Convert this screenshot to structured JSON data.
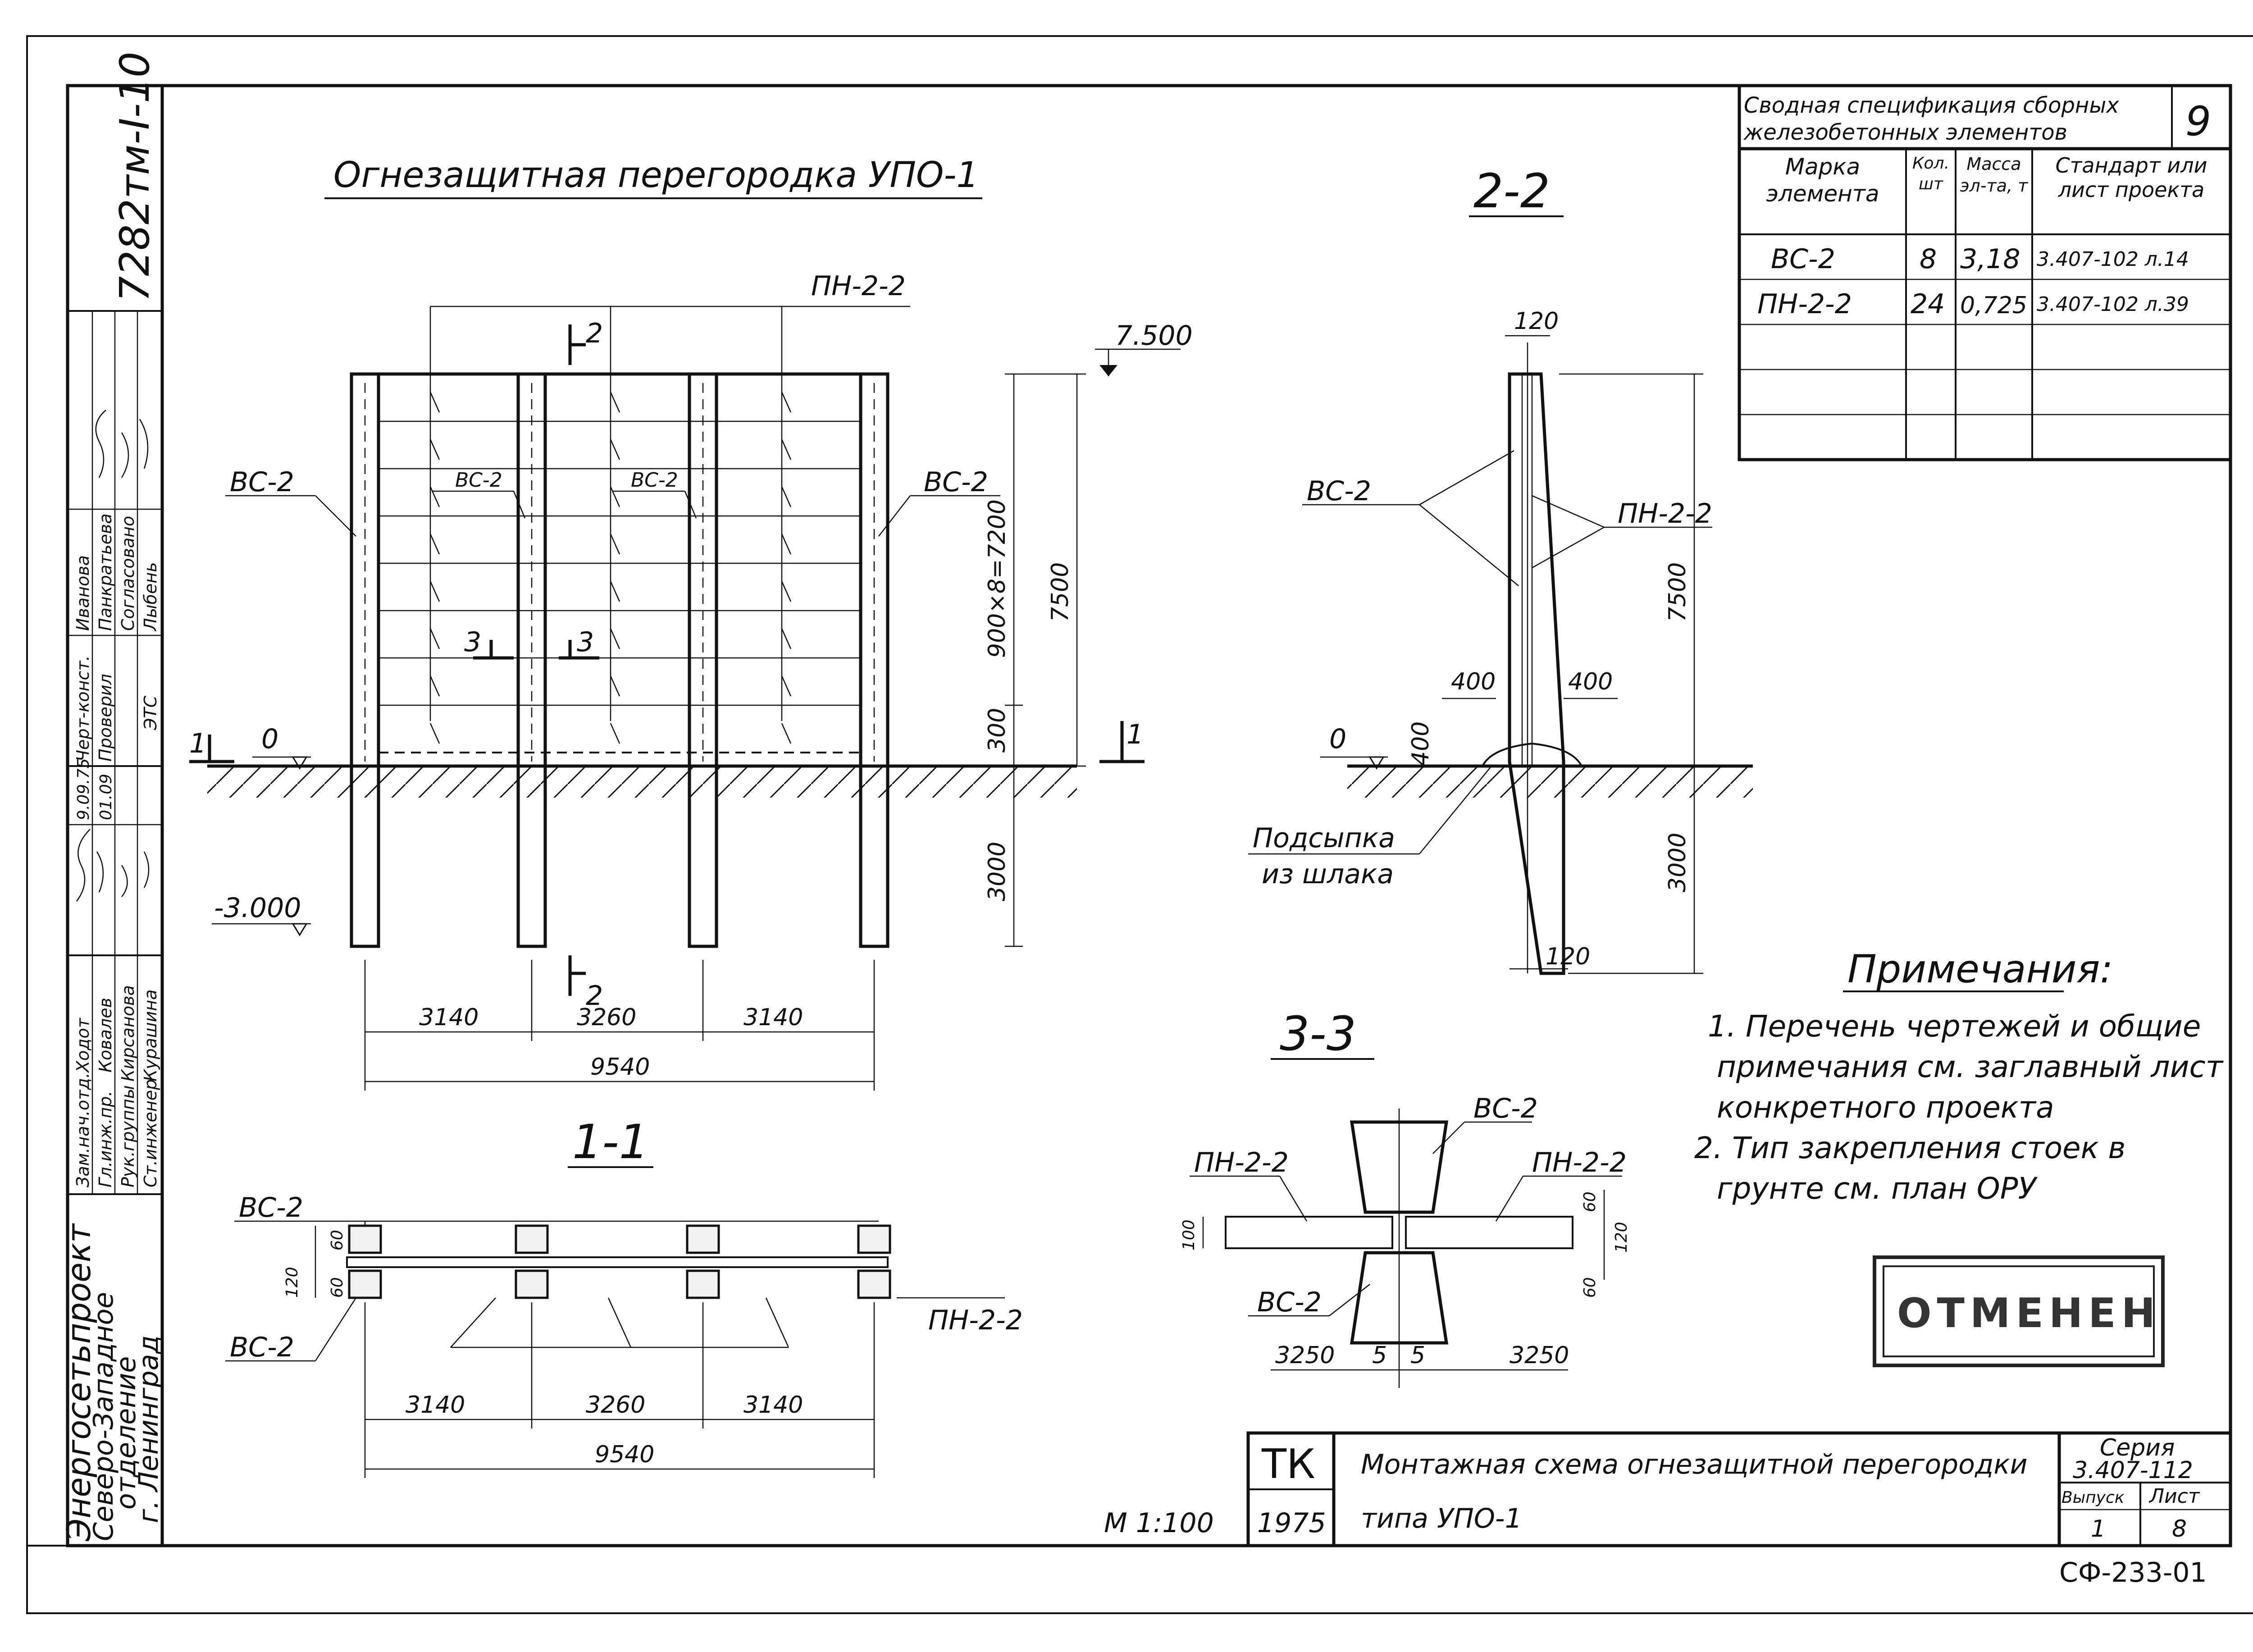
{
  "drawing": {
    "title": "Огнезащитная перегородка УПО-1",
    "scale": "М 1:100",
    "archive_number": "7282тм-I-10",
    "bottom_code": "СФ-233-01",
    "stamp_text": "ОТМЕНЕН"
  },
  "elevation": {
    "leader_top": "ПН-2-2",
    "leader_left": "ВС-2",
    "leader_inner_1": "ВС-2",
    "leader_inner_2": "ВС-2",
    "leader_right": "ВС-2",
    "section_mark_2": "2",
    "section_mark_3": "3",
    "section_mark_1": "1",
    "level_top": "7.500",
    "level_zero": "0",
    "level_bottom": "-3.000",
    "dim_height_total": "7500",
    "dim_spacing": "900×8=7200",
    "dim_300": "300",
    "dim_3000": "3000",
    "dim_span_1": "3140",
    "dim_span_2": "3260",
    "dim_span_3": "3140",
    "dim_total": "9540"
  },
  "section_1_1": {
    "title": "1-1",
    "label_vc_top": "ВС-2",
    "label_vc_bottom": "ВС-2",
    "label_pn": "ПН-2-2",
    "dim_60_a": "60",
    "dim_120": "120",
    "dim_60_b": "60",
    "dim_span_1": "3140",
    "dim_span_2": "3260",
    "dim_span_3": "3140",
    "dim_total": "9540"
  },
  "section_2_2": {
    "title": "2-2",
    "dim_top": "120",
    "dim_bottom": "120",
    "label_vc": "ВС-2",
    "label_pn": "ПН-2-2",
    "dim_400_left": "400",
    "dim_400_right": "400",
    "dim_400_vertical": "400",
    "dim_7500": "7500",
    "dim_3000": "3000",
    "level_zero": "0",
    "fill_label_1": "Подсыпка",
    "fill_label_2": "из шлака"
  },
  "section_3_3": {
    "title": "3-3",
    "label_vc_top": "ВС-2",
    "label_vc_bottom": "ВС-2",
    "label_pn_left": "ПН-2-2",
    "label_pn_right": "ПН-2-2",
    "dim_100": "100",
    "dim_60_top": "60",
    "dim_120": "120",
    "dim_60_bottom": "60",
    "dim_3250_left": "3250",
    "dim_5_left": "5",
    "dim_5_right": "5",
    "dim_3250_right": "3250"
  },
  "spec_table": {
    "title_line_1": "Сводная спецификация сборных",
    "title_line_2": "железобетонных элементов",
    "number": "9",
    "headers": [
      "Марка элемента",
      "Кол. шт",
      "Масса эл-та, т",
      "Стандарт или лист проекта"
    ],
    "rows": [
      [
        "ВС-2",
        "8",
        "3,18",
        "3.407-102 л.14"
      ],
      [
        "ПН-2-2",
        "24",
        "0,725",
        "3.407-102 л.39"
      ]
    ]
  },
  "notes": {
    "heading": "Примечания:",
    "lines": [
      "1. Перечень чертежей и общие",
      "примечания см. заглавный лист",
      "конкретного проекта",
      "2. Тип закрепления стоек в",
      "грунте см. план ОРУ"
    ]
  },
  "title_block": {
    "code": "ТК",
    "year": "1975",
    "name_line_1": "Монтажная схема огнезащитной перегородки",
    "name_line_2": "типа УПО-1",
    "series_label": "Серия",
    "series_value": "3.407-112",
    "issue_label": "Выпуск",
    "issue_value": "1",
    "sheet_label": "Лист",
    "sheet_value": "8"
  },
  "side_stamp": {
    "org_1": "Энергосетьпроект",
    "org_2": "Северо-Западное",
    "org_3": "отделение",
    "org_4": "г. Ленинград",
    "roles": [
      "Зам.нач.отд.",
      "Гл.инж.пр.",
      "Рук.группы",
      "Ст.инженер",
      "Черт-конст.",
      "Проверил",
      "Согласовано",
      "ЭТС"
    ],
    "names": [
      "Ходот",
      "Ковалев",
      "Кирсанова",
      "Курашина",
      "Иванова",
      "Панкратьева",
      "Лыбень"
    ],
    "dates": [
      "9.09.75",
      "01.09"
    ]
  }
}
